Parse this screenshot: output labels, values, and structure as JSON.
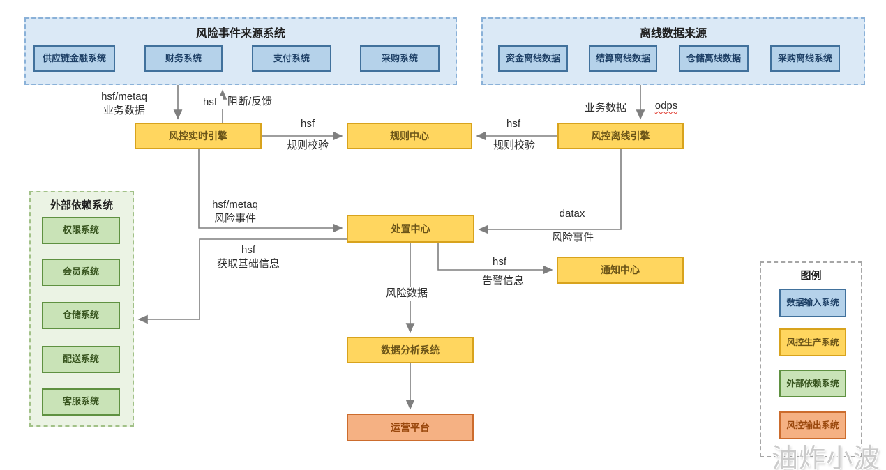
{
  "groups": {
    "risk_sources": {
      "title": "风险事件来源系统",
      "items": [
        {
          "label": "供应链金融系统"
        },
        {
          "label": "财务系统"
        },
        {
          "label": "支付系统"
        },
        {
          "label": "采购系统"
        }
      ]
    },
    "offline_sources": {
      "title": "离线数据来源",
      "items": [
        {
          "label": "资金离线数据"
        },
        {
          "label": "结算离线数据"
        },
        {
          "label": "仓储离线数据"
        },
        {
          "label": "采购离线系统"
        }
      ]
    },
    "external_deps": {
      "title": "外部依赖系统",
      "items": [
        {
          "label": "权限系统"
        },
        {
          "label": "会员系统"
        },
        {
          "label": "仓储系统"
        },
        {
          "label": "配送系统"
        },
        {
          "label": "客服系统"
        }
      ]
    },
    "legend": {
      "title": "图例",
      "items": [
        {
          "label": "数据输入系统",
          "color": "#b5d2ea"
        },
        {
          "label": "风控生产系统",
          "color": "#ffd65f"
        },
        {
          "label": "外部依赖系统",
          "color": "#c9e3b7"
        },
        {
          "label": "风控输出系统",
          "color": "#f5b183"
        }
      ]
    }
  },
  "nodes": {
    "realtime_engine": {
      "label": "风控实时引擎"
    },
    "rule_center": {
      "label": "规则中心"
    },
    "offline_engine": {
      "label": "风控离线引擎"
    },
    "disposal_center": {
      "label": "处置中心"
    },
    "notify_center": {
      "label": "通知中心"
    },
    "data_analysis": {
      "label": "数据分析系统"
    },
    "operation_platform": {
      "label": "运营平台"
    }
  },
  "edges": [
    {
      "from": "risk-sources",
      "to": "realtime-engine",
      "line1": "hsf/metaq",
      "line2": "业务数据"
    },
    {
      "from": "realtime-engine",
      "to": "risk-sources",
      "line1": "hsf",
      "line2": "阻断/反馈"
    },
    {
      "from": "realtime-engine",
      "to": "rule-center",
      "line1": "hsf",
      "line2": "规则校验"
    },
    {
      "from": "offline-engine",
      "to": "rule-center",
      "line1": "hsf",
      "line2": "规则校验"
    },
    {
      "from": "offline-sources",
      "to": "offline-engine",
      "line1": "业务数据",
      "line2": "odps"
    },
    {
      "from": "realtime-engine",
      "to": "disposal-center",
      "line1": "hsf/metaq",
      "line2": "风险事件"
    },
    {
      "from": "offline-engine",
      "to": "disposal-center",
      "line1": "datax",
      "line2": "风险事件"
    },
    {
      "from": "disposal-center",
      "to": "notify-center",
      "line1": "hsf",
      "line2": "告警信息"
    },
    {
      "from": "disposal-center",
      "to": "external-deps",
      "line1": "hsf",
      "line2": "获取基础信息"
    },
    {
      "from": "disposal-center",
      "to": "data-analysis",
      "line1": "风险数据"
    },
    {
      "from": "data-analysis",
      "to": "operation-platform"
    }
  ],
  "watermark": "油炸小波",
  "colors": {
    "input_fill": "#b5d2ea",
    "input_border": "#41719c",
    "production_fill": "#ffd65f",
    "production_border": "#d8a31d",
    "external_fill": "#c9e3b7",
    "external_border": "#5f9141",
    "output_fill": "#f5b183",
    "output_border": "#cc6c2d",
    "arrow": "#7f7f7f"
  }
}
